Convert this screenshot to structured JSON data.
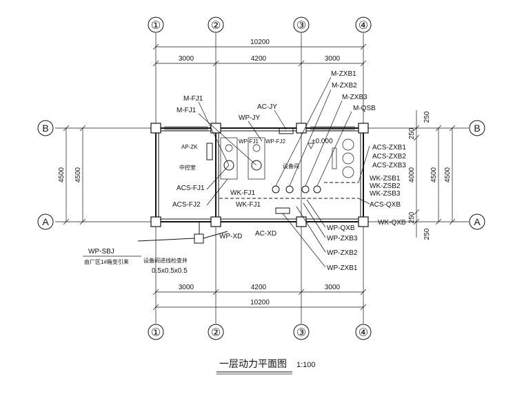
{
  "axes_vertical": [
    "①",
    "②",
    "③",
    "④"
  ],
  "axes_horizontal": [
    "B",
    "A"
  ],
  "dims_top": {
    "total": "10200",
    "segments": [
      "3000",
      "4200",
      "3000"
    ]
  },
  "dims_bottom": {
    "total": "10200",
    "segments": [
      "3000",
      "4200",
      "3000"
    ]
  },
  "dims_left": {
    "outer": "4500",
    "inner": "4500"
  },
  "dims_right": {
    "top": "250",
    "top2": "250",
    "mid": "4000",
    "outer": "4500",
    "outer2": "4500",
    "bottom": "250",
    "bottom2": "250"
  },
  "rooms": {
    "control": "中控室",
    "equipment": "设备间"
  },
  "elevation": "±0.000",
  "labels": {
    "m_fj1_a": "M-FJ1",
    "m_fj1_b": "M-FJ1",
    "ac_jy": "AC-JY",
    "wp_jy": "WP-JY",
    "wp_fj1": "WP-FJ1",
    "wp_fj2": "WP-FJ2",
    "ap_zk": "AP-ZK",
    "acs_fj1": "ACS-FJ1",
    "acs_fj2": "ACS-FJ2",
    "wk_fj1a": "WK-FJ1",
    "wk_fj1b": "WK-FJ1",
    "m_zxb1": "M-ZXB1",
    "m_zxb2": "M-ZXB2",
    "m_zxb3": "M-ZXB3",
    "m_qsb": "M-QSB",
    "acs_zxb1": "ACS-ZXB1",
    "acs_zxb2": "ACS-ZXB2",
    "acs_zxb3": "ACS-ZXB3",
    "wk_zsb1": "WK-ZSB1",
    "wk_zsb2": "WK-ZSB2",
    "wk_zsb3": "WK-ZSB3",
    "acs_qxb": "ACS-QXB",
    "wk_qxb": "WK-QXB",
    "wp_qxb": "WP-QXB",
    "wp_zxb3": "WP-ZXB3",
    "wp_zxb2": "WP-ZXB2",
    "wp_zxb1": "WP-ZXB1",
    "wp_xd": "WP-XD",
    "ac_xd": "AC-XD",
    "wp_sbj": "WP-SBJ",
    "source": "由厂区1#箱变引来",
    "pit": "设备间进线检查井",
    "pit_size": "0.5x0.5x0.5"
  },
  "title": "一层动力平面图",
  "scale": "1:100"
}
